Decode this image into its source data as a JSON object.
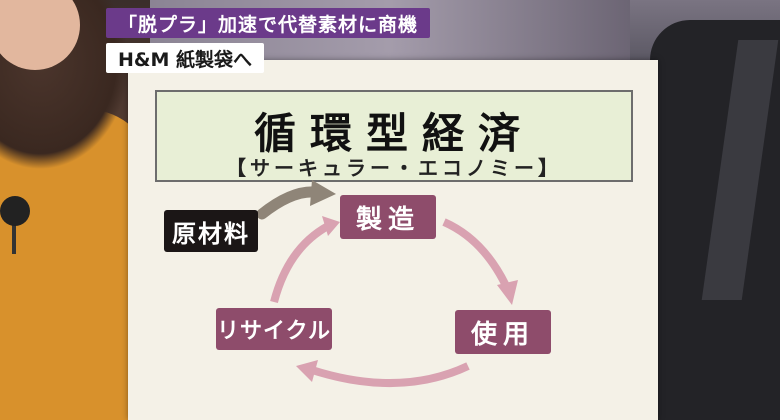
{
  "overlay": {
    "headline": "「脱プラ」加速で代替素材に商機",
    "subheadline": "H&M 紙製袋へ"
  },
  "board": {
    "title": "循環型経済",
    "subtitle": "【サーキュラー・エコノミー】",
    "nodes": {
      "raw_material": "原材料",
      "manufacturing": "製造",
      "use": "使用",
      "recycle": "リサイクル"
    }
  },
  "colors": {
    "node_fill": "#8e4c6b",
    "raw_fill": "#1b1616",
    "cycle_arrow": "#d9a2b1",
    "input_arrow": "#8f8578",
    "headline_bg": "#6b3a8a"
  }
}
